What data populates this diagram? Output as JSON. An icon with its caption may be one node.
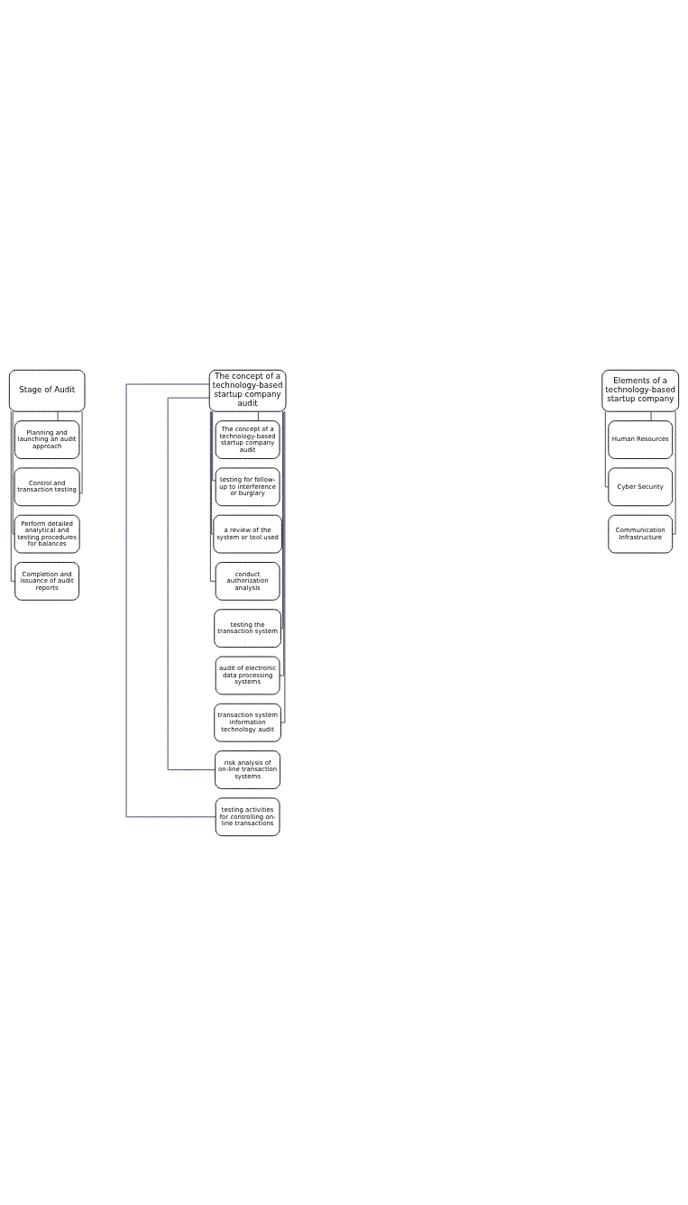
{
  "diagram": {
    "nodes": [
      {
        "text": [
          "Stage of Audit"
        ]
      },
      {
        "text": [
          "Planning and launching an audit approach"
        ]
      },
      {
        "text": [
          "Control and transaction testing"
        ]
      },
      {
        "text": [
          "Perform detailed analytical and testing procedures for balances"
        ]
      },
      {
        "text": [
          "Completion and issuance of audit reports"
        ]
      },
      {
        "text": [
          "The concept of a technology-based startup company audit"
        ]
      },
      {
        "text": [
          "The concept of a technology-based startup company audit"
        ]
      },
      {
        "text": [
          "testing for follow-up to interference or burglary"
        ]
      },
      {
        "text": [
          "a review of the system or tool used"
        ]
      },
      {
        "text": [
          "conduct authorization analysis"
        ]
      },
      {
        "text": [
          "testing the transaction system"
        ]
      },
      {
        "text": [
          "audit of electronic data processing systems"
        ]
      },
      {
        "text": [
          "transaction system information technology audit"
        ]
      },
      {
        "text": [
          "risk analysis of on-line transaction systems"
        ]
      },
      {
        "text": [
          "testing activities for controlling on-line transactions"
        ]
      },
      {
        "text": [
          "Elements of a technology-based startup company"
        ]
      },
      {
        "text": [
          "Human Resources"
        ]
      },
      {
        "text": [
          "Cyber Security"
        ]
      },
      {
        "text": [
          "Communication Infrastructure"
        ]
      }
    ],
    "edges": [
      {
        "from": 0,
        "to": 1,
        "arrow": "none"
      },
      {
        "from": 0,
        "to": 2,
        "arrow": "none"
      },
      {
        "from": 0,
        "to": 3,
        "arrow": "none"
      },
      {
        "from": 0,
        "to": 4,
        "arrow": "none"
      },
      {
        "from": 5,
        "to": 6,
        "arrow": "none"
      },
      {
        "from": 5,
        "to": 7,
        "arrow": "none"
      },
      {
        "from": 5,
        "to": 8,
        "arrow": "none"
      },
      {
        "from": 5,
        "to": 9,
        "arrow": "none"
      },
      {
        "from": 5,
        "to": 10,
        "arrow": "none"
      },
      {
        "from": 5,
        "to": 11,
        "arrow": "none"
      },
      {
        "from": 5,
        "to": 12,
        "arrow": "none"
      },
      {
        "from": 5,
        "to": 13,
        "arrow": "none"
      },
      {
        "from": 5,
        "to": 14,
        "arrow": "none"
      },
      {
        "from": 15,
        "to": 16,
        "arrow": "none"
      },
      {
        "from": 15,
        "to": 17,
        "arrow": "none"
      },
      {
        "from": 15,
        "to": 18,
        "arrow": "none"
      }
    ]
  }
}
